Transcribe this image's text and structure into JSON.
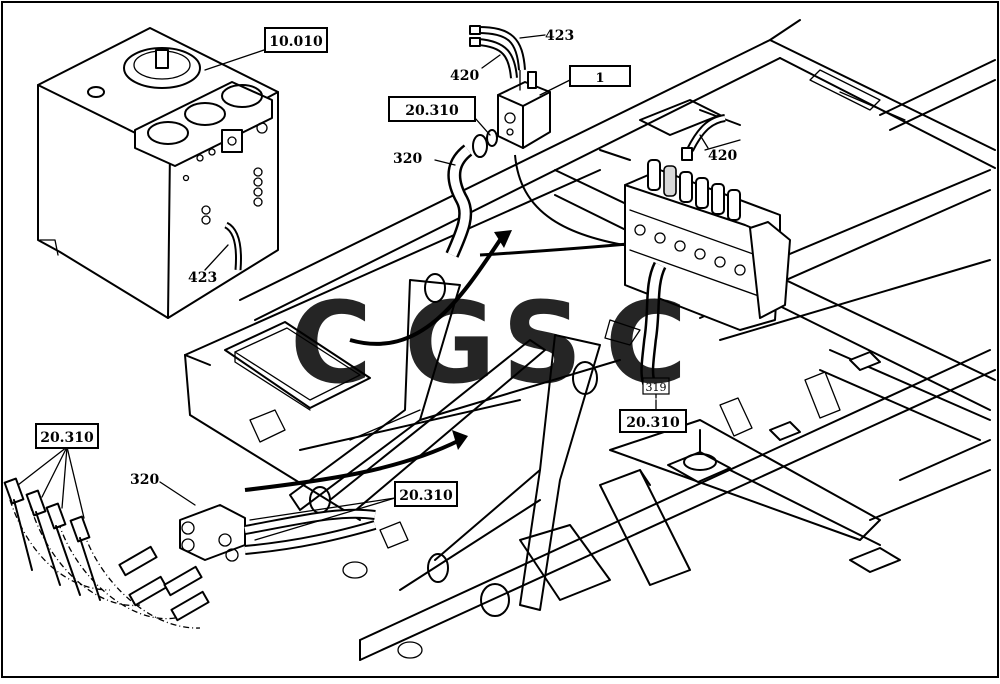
{
  "labels": {
    "tank_ref": "10.010",
    "valve_ref": "1",
    "hose_upper": "423",
    "hose_upper_left": "420",
    "fitting_left": "20.310",
    "pipe_upper": "320",
    "hose_right": "420",
    "hose_tank": "423",
    "hose_bottom_ref": "20.310",
    "hose_bottom_small": "319",
    "fitting_lower_left": "20.310",
    "pipe_lower": "320",
    "fitting_center": "20.310"
  },
  "watermark": {
    "letters": [
      "C",
      "G",
      "S",
      "C"
    ],
    "colors": [
      "#4f86f7",
      "#f26b6b",
      "#f5c842",
      "#3dbb7a"
    ]
  }
}
